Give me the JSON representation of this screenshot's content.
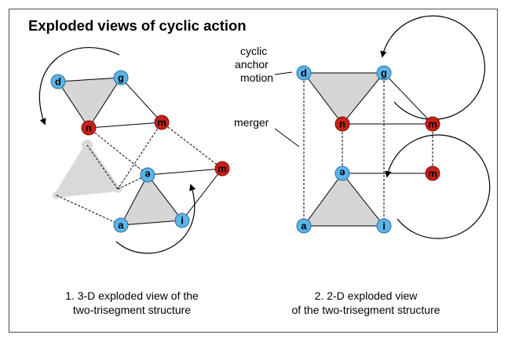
{
  "title": "Exploded views of cyclic action",
  "labels": {
    "cyclic_1": "cyclic",
    "cyclic_2": "anchor",
    "cyclic_3": "motion",
    "merger": "merger"
  },
  "nodes": {
    "d": "d",
    "g": "g",
    "n": "n",
    "m": "m",
    "e": "e",
    "a": "a",
    "i": "i"
  },
  "captions": {
    "left_1": "1. 3-D exploded view of the",
    "left_2": "two-trisegment structure",
    "right_1": "2. 2-D exploded view",
    "right_2": "of the two-trisegment structure"
  },
  "colors": {
    "blue_node": "#5bb4ea",
    "red_node": "#c8201a",
    "triangle_fill": "#d6d6d6",
    "ghost": "#d9d9d9"
  }
}
